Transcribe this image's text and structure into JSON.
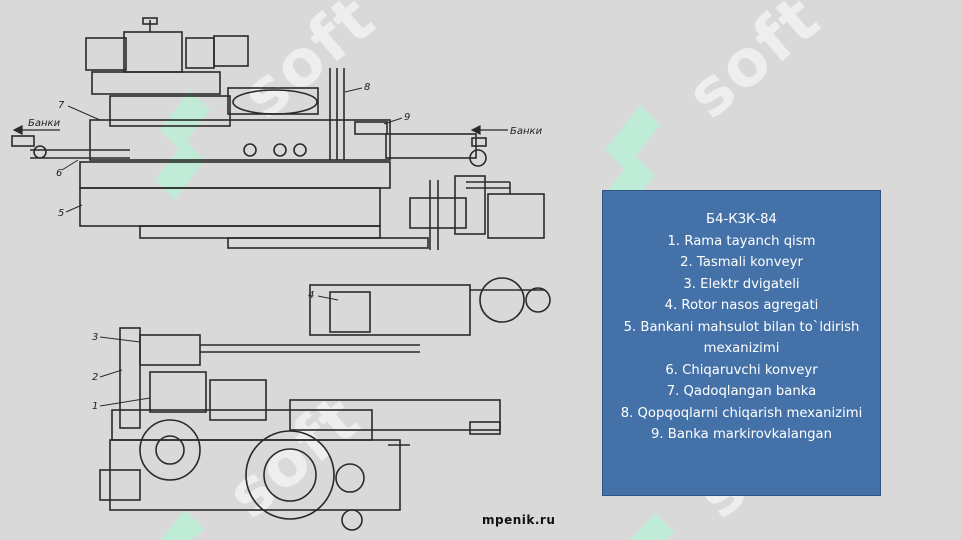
{
  "diagram": {
    "labels": {
      "top_left_label": "Банки",
      "top_right_label": "Банки",
      "n1": "1",
      "n2": "2",
      "n3": "3",
      "n4": "4",
      "n5": "5",
      "n6": "6",
      "n7": "7",
      "n8": "8",
      "n9": "9"
    },
    "caption": "mpenik.ru"
  },
  "info": {
    "title": "Б4-КЗК-84",
    "items": [
      "1. Rama tayanch qism",
      "2. Tasmali konveyr",
      "3. Elektr dvigateli",
      "4. Rotor nasos agregati",
      "5. Bankani mahsulot bilan to`ldirish mexanizimi",
      "6. Chiqaruvchi konveyr",
      "7. Qadoqlangan banka",
      "8. Qopqoqlarni chiqarish mexanizimi",
      "9. Banka markirovkalangan"
    ]
  },
  "watermark": {
    "text": "soft",
    "color": "#ffffff",
    "logo_color": "#b8f0d4"
  }
}
